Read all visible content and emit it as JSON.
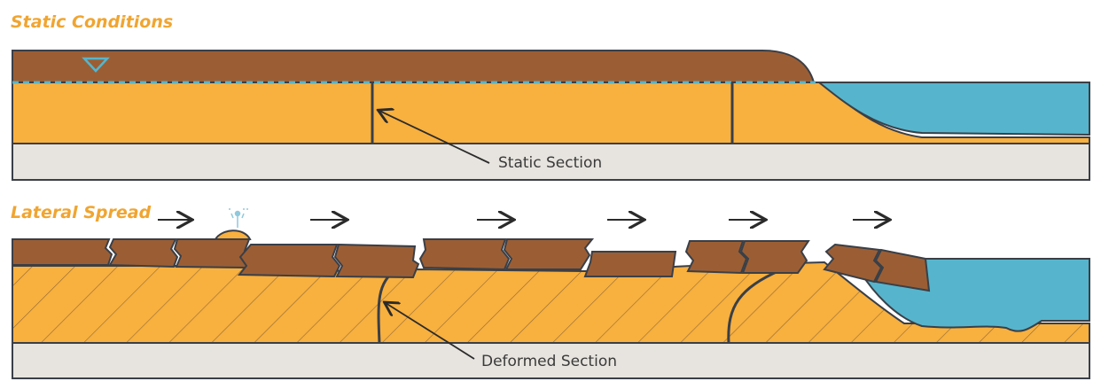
{
  "static_panel": {
    "title": "Static Conditions",
    "callout_label": "Static Section"
  },
  "lateral_panel": {
    "title": "Lateral Spread",
    "callout_label": "Deformed Section"
  },
  "colors": {
    "brown_crust": "#9b5e34",
    "sand": "#f8b03e",
    "water": "#56b5cc",
    "bedrock": "#e7e4df",
    "outline": "#3a3f47",
    "title_orange": "#f0a531"
  },
  "icons": [
    "water-table-triangle-icon",
    "sand-boil-fountain-icon",
    "flow-arrow-icon"
  ]
}
